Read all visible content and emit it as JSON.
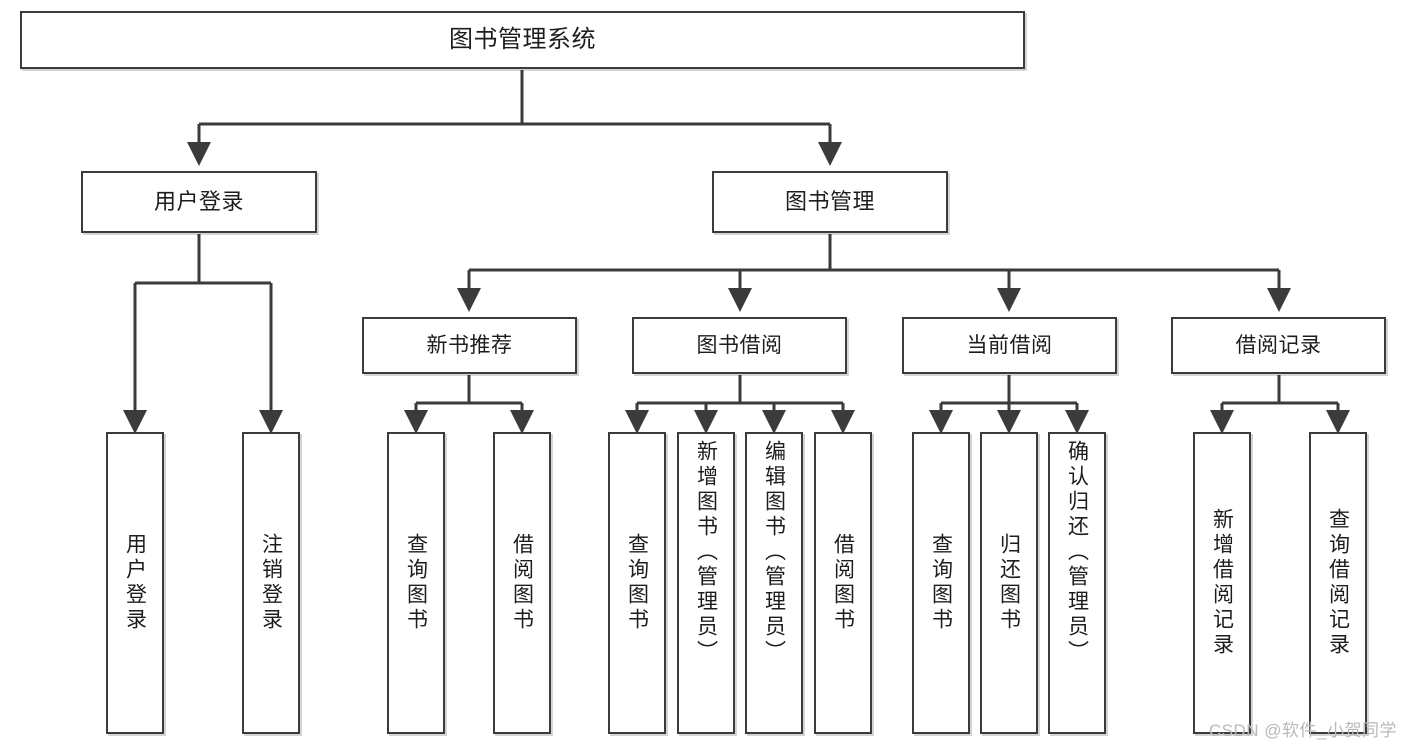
{
  "diagram": {
    "title": "图书管理系统",
    "type": "tree",
    "watermark": "CSDN @软件_小贺同学",
    "colors": {
      "stroke": "#3b3b3b",
      "fill": "#ffffff",
      "text": "#1d1d1d",
      "watermark": "#b9b9b9"
    },
    "root": {
      "label": "图书管理系统"
    },
    "level2": [
      {
        "label": "用户登录"
      },
      {
        "label": "图书管理"
      }
    ],
    "level3": [
      {
        "label": "新书推荐"
      },
      {
        "label": "图书借阅"
      },
      {
        "label": "当前借阅"
      },
      {
        "label": "借阅记录"
      }
    ],
    "leaves": {
      "user_login": [
        {
          "label": "用户登录"
        },
        {
          "label": "注销登录"
        }
      ],
      "new_book_recommend": [
        {
          "label": "查询图书"
        },
        {
          "label": "借阅图书"
        }
      ],
      "book_borrow": [
        {
          "label": "查询图书"
        },
        {
          "label": "新增图书（管理员）"
        },
        {
          "label": "编辑图书（管理员）"
        },
        {
          "label": "借阅图书"
        }
      ],
      "current_borrow": [
        {
          "label": "查询图书"
        },
        {
          "label": "归还图书"
        },
        {
          "label": "确认归还（管理员）"
        }
      ],
      "borrow_record": [
        {
          "label": "新增借阅记录"
        },
        {
          "label": "查询借阅记录"
        }
      ]
    }
  }
}
